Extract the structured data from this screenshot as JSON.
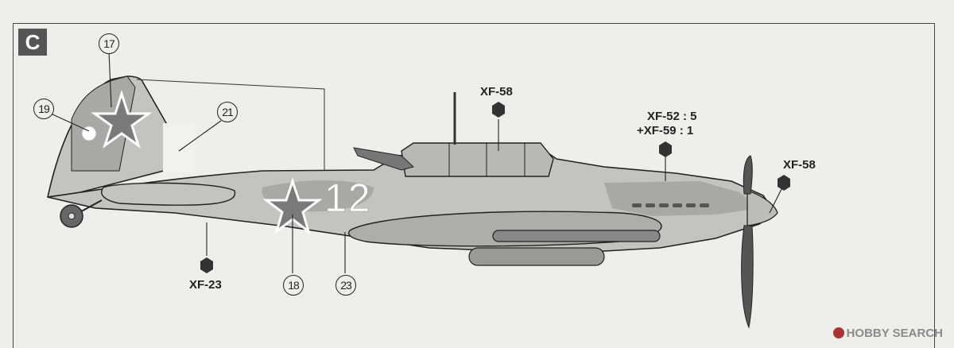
{
  "section": {
    "letter": "C"
  },
  "paints": {
    "top_left": "XF-58",
    "mid_line1": "XF-52 : 5",
    "mid_line2": "+XF-59 : 1",
    "right": "XF-58",
    "bottom": "XF-23"
  },
  "callouts": [
    "17",
    "19",
    "21",
    "18",
    "23"
  ],
  "fuselage_number": "12",
  "watermark": "HOBBY SEARCH",
  "colors": {
    "paper": "#f0eeeb",
    "camo_light": "#c4c3c0",
    "camo_dark": "#a9a8a5",
    "ink": "#222222"
  }
}
